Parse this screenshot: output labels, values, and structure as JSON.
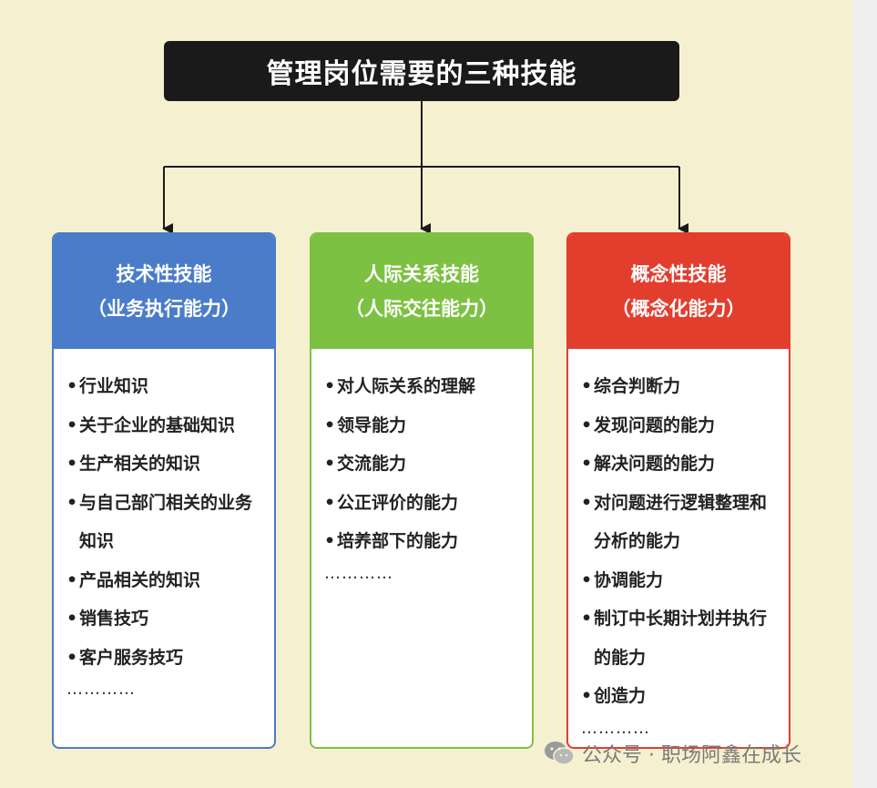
{
  "title": "管理岗位需要的三种技能",
  "colors": {
    "blue": "#4a7cc9",
    "green": "#7dc142",
    "red": "#e33d2e",
    "title_bg": "#1a1a1a",
    "background": "#f5f1d0"
  },
  "cards": [
    {
      "heading": "技术性技能",
      "subheading": "（业务执行能力）",
      "items": [
        "行业知识",
        "关于企业的基础知识",
        "生产相关的知识",
        "与自己部门相关的业务知识",
        "产品相关的知识",
        "销售技巧",
        "客户服务技巧"
      ],
      "ellipsis": "…………"
    },
    {
      "heading": "人际关系技能",
      "subheading": "（人际交往能力）",
      "items": [
        "对人际关系的理解",
        "领导能力",
        "交流能力",
        "公正评价的能力",
        "培养部下的能力"
      ],
      "ellipsis": "…………"
    },
    {
      "heading": "概念性技能",
      "subheading": "（概念化能力）",
      "items": [
        "综合判断力",
        "发现问题的能力",
        "解决问题的能力",
        "对问题进行逻辑整理和分析的能力",
        "协调能力",
        "制订中长期计划并执行的能力",
        "创造力"
      ],
      "ellipsis": "…………"
    }
  ],
  "watermark": {
    "icon": "wechat-icon",
    "text": "公众号 · 职场阿鑫在成长"
  }
}
